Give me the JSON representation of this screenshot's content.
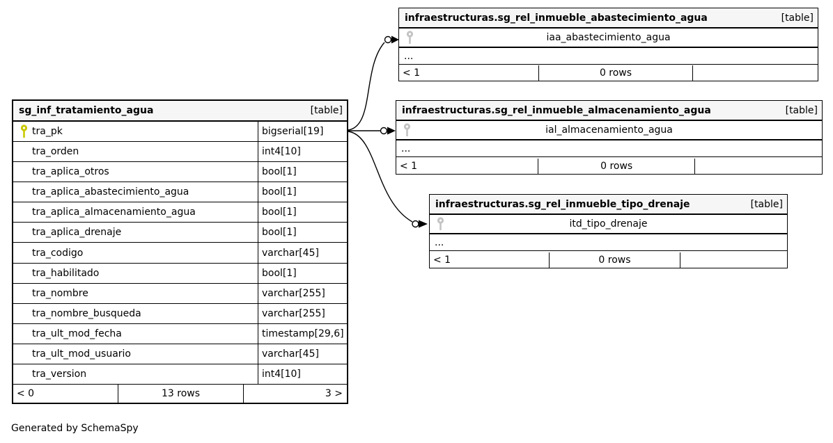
{
  "page": {
    "credit": "Generated by SchemaSpy"
  },
  "colors": {
    "background": "#ffffff",
    "header_bg": "#f6f6f6",
    "border": "#000000",
    "primary_key_icon": "#c9c900",
    "related_key_icon": "#c3c3c3"
  },
  "main_table": {
    "name": "sg_inf_tratamiento_agua",
    "tag": "[table]",
    "columns": [
      {
        "name": "tra_pk",
        "type": "bigserial[19]"
      },
      {
        "name": "tra_orden",
        "type": "int4[10]"
      },
      {
        "name": "tra_aplica_otros",
        "type": "bool[1]"
      },
      {
        "name": "tra_aplica_abastecimiento_agua",
        "type": "bool[1]"
      },
      {
        "name": "tra_aplica_almacenamiento_agua",
        "type": "bool[1]"
      },
      {
        "name": "tra_aplica_drenaje",
        "type": "bool[1]"
      },
      {
        "name": "tra_codigo",
        "type": "varchar[45]"
      },
      {
        "name": "tra_habilitado",
        "type": "bool[1]"
      },
      {
        "name": "tra_nombre",
        "type": "varchar[255]"
      },
      {
        "name": "tra_nombre_busqueda",
        "type": "varchar[255]"
      },
      {
        "name": "tra_ult_mod_fecha",
        "type": "timestamp[29,6]"
      },
      {
        "name": "tra_ult_mod_usuario",
        "type": "varchar[45]"
      },
      {
        "name": "tra_version",
        "type": "int4[10]"
      }
    ],
    "footer": {
      "left": "< 0",
      "center": "13 rows",
      "right": "3 >"
    }
  },
  "related_tables": [
    {
      "name": "infraestructuras.sg_rel_inmueble_abastecimiento_agua",
      "tag": "[table]",
      "pk_column": "iaa_abastecimiento_agua",
      "more": "...",
      "footer": {
        "left": "< 1",
        "center": "0 rows",
        "right": ""
      }
    },
    {
      "name": "infraestructuras.sg_rel_inmueble_almacenamiento_agua",
      "tag": "[table]",
      "pk_column": "ial_almacenamiento_agua",
      "more": "...",
      "footer": {
        "left": "< 1",
        "center": "0 rows",
        "right": ""
      }
    },
    {
      "name": "infraestructuras.sg_rel_inmueble_tipo_drenaje",
      "tag": "[table]",
      "pk_column": "itd_tipo_drenaje",
      "more": "...",
      "footer": {
        "left": "< 1",
        "center": "0 rows",
        "right": ""
      }
    }
  ]
}
